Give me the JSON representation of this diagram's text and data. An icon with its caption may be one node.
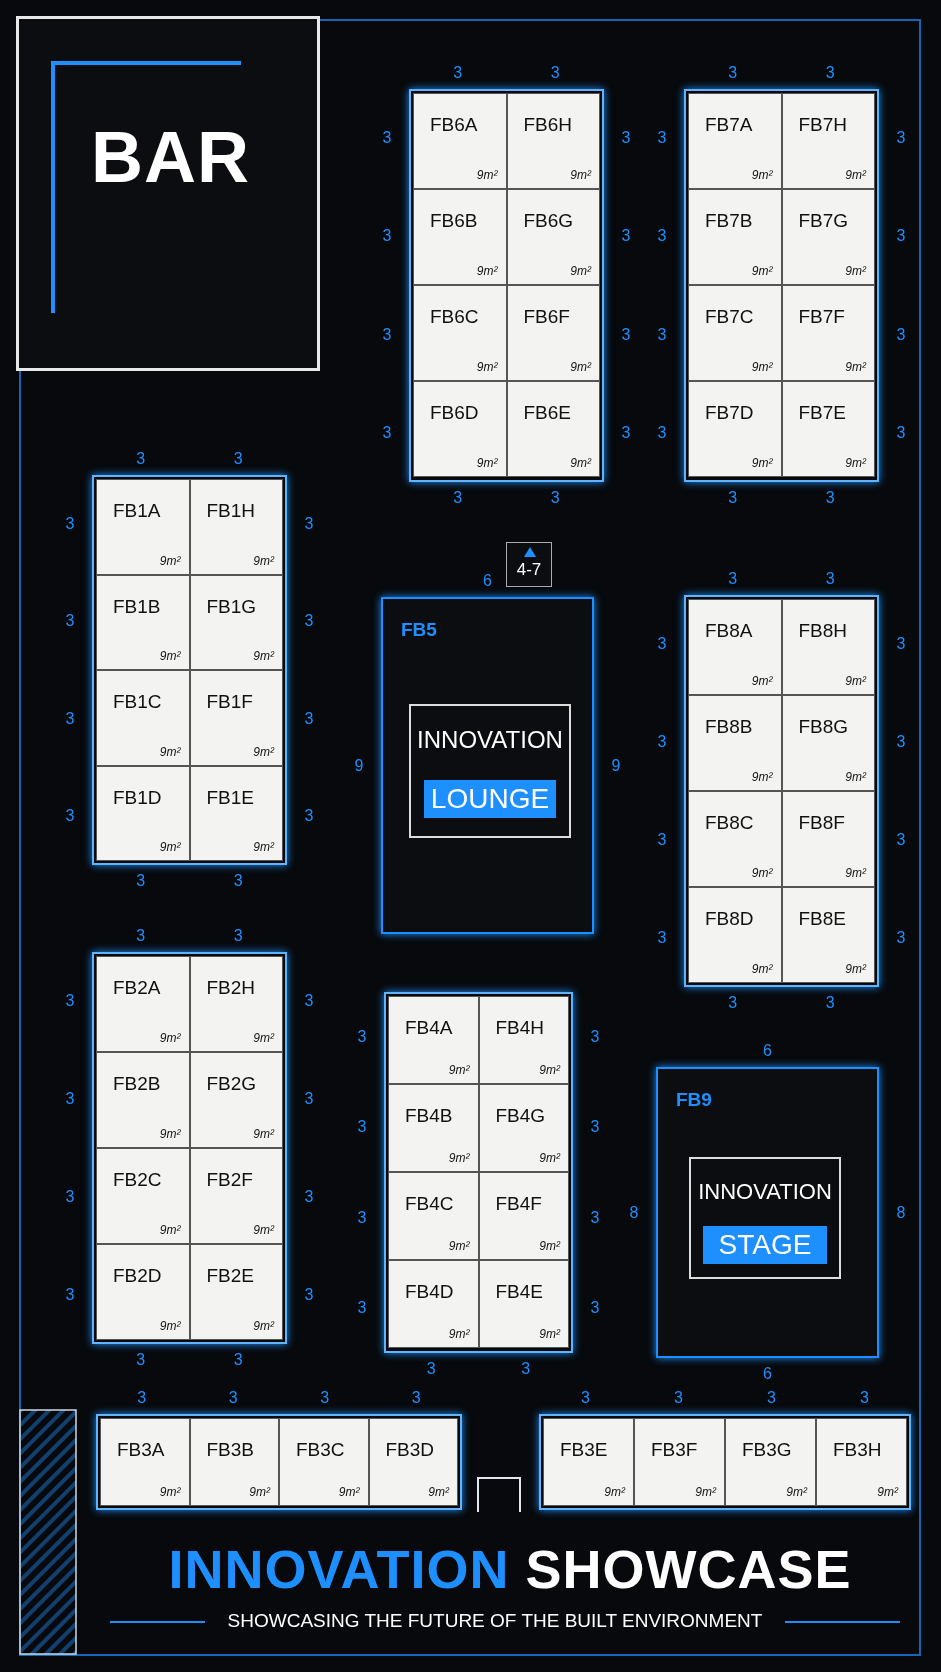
{
  "diagram": {
    "title": "INNOVATION SHOWCASE",
    "caption": "SHOWCASING THE FUTURE OF THE BUILT ENVIRONMENT",
    "nodes": [
      {
        "text": [
          "BAR"
        ]
      },
      {
        "text": [
          "FB6A",
          "9m²"
        ]
      },
      {
        "text": [
          "FB6H",
          "9m²"
        ]
      },
      {
        "text": [
          "FB6B",
          "9m²"
        ]
      },
      {
        "text": [
          "FB6G",
          "9m²"
        ]
      },
      {
        "text": [
          "FB6C",
          "9m²"
        ]
      },
      {
        "text": [
          "FB6F",
          "9m²"
        ]
      },
      {
        "text": [
          "FB6D",
          "9m²"
        ]
      },
      {
        "text": [
          "FB6E",
          "9m²"
        ]
      },
      {
        "text": [
          "FB7A",
          "9m²"
        ]
      },
      {
        "text": [
          "FB7H",
          "9m²"
        ]
      },
      {
        "text": [
          "FB7B",
          "9m²"
        ]
      },
      {
        "text": [
          "FB7G",
          "9m²"
        ]
      },
      {
        "text": [
          "FB7C",
          "9m²"
        ]
      },
      {
        "text": [
          "FB7F",
          "9m²"
        ]
      },
      {
        "text": [
          "FB7D",
          "9m²"
        ]
      },
      {
        "text": [
          "FB7E",
          "9m²"
        ]
      },
      {
        "text": [
          "FB1A",
          "9m²"
        ]
      },
      {
        "text": [
          "FB1H",
          "9m²"
        ]
      },
      {
        "text": [
          "FB1B",
          "9m²"
        ]
      },
      {
        "text": [
          "FB1G",
          "9m²"
        ]
      },
      {
        "text": [
          "FB1C",
          "9m²"
        ]
      },
      {
        "text": [
          "FB1F",
          "9m²"
        ]
      },
      {
        "text": [
          "FB1D",
          "9m²"
        ]
      },
      {
        "text": [
          "FB1E",
          "9m²"
        ]
      },
      {
        "text": [
          "4-7"
        ]
      },
      {
        "text": [
          "FB5"
        ]
      },
      {
        "text": [
          "INNOVATION",
          "LOUNGE"
        ],
        "in": 26
      },
      {
        "text": [
          "FB8A",
          "9m²"
        ]
      },
      {
        "text": [
          "FB8H",
          "9m²"
        ]
      },
      {
        "text": [
          "FB8B",
          "9m²"
        ]
      },
      {
        "text": [
          "FB8G",
          "9m²"
        ]
      },
      {
        "text": [
          "FB8C",
          "9m²"
        ]
      },
      {
        "text": [
          "FB8F",
          "9m²"
        ]
      },
      {
        "text": [
          "FB8D",
          "9m²"
        ]
      },
      {
        "text": [
          "FB8E",
          "9m²"
        ]
      },
      {
        "text": [
          "FB2A",
          "9m²"
        ]
      },
      {
        "text": [
          "FB2H",
          "9m²"
        ]
      },
      {
        "text": [
          "FB2B",
          "9m²"
        ]
      },
      {
        "text": [
          "FB2G",
          "9m²"
        ]
      },
      {
        "text": [
          "FB2C",
          "9m²"
        ]
      },
      {
        "text": [
          "FB2F",
          "9m²"
        ]
      },
      {
        "text": [
          "FB2D",
          "9m²"
        ]
      },
      {
        "text": [
          "FB2E",
          "9m²"
        ]
      },
      {
        "text": [
          "FB4A",
          "9m²"
        ]
      },
      {
        "text": [
          "FB4H",
          "9m²"
        ]
      },
      {
        "text": [
          "FB4B",
          "9m²"
        ]
      },
      {
        "text": [
          "FB4G",
          "9m²"
        ]
      },
      {
        "text": [
          "FB4C",
          "9m²"
        ]
      },
      {
        "text": [
          "FB4F",
          "9m²"
        ]
      },
      {
        "text": [
          "FB4D",
          "9m²"
        ]
      },
      {
        "text": [
          "FB4E",
          "9m²"
        ]
      },
      {
        "text": [
          "FB9"
        ]
      },
      {
        "text": [
          "INNOVATION",
          "STAGE"
        ],
        "in": 52
      },
      {
        "text": [
          "FB3A",
          "9m²"
        ]
      },
      {
        "text": [
          "FB3B",
          "9m²"
        ]
      },
      {
        "text": [
          "FB3C",
          "9m²"
        ]
      },
      {
        "text": [
          "FB3D",
          "9m²"
        ]
      },
      {
        "text": [
          "FB3E",
          "9m²"
        ]
      },
      {
        "text": [
          "FB3F",
          "9m²"
        ]
      },
      {
        "text": [
          "FB3G",
          "9m²"
        ]
      },
      {
        "text": [
          "FB3H",
          "9m²"
        ]
      }
    ],
    "labels": [
      "3",
      "3",
      "3",
      "3",
      "3",
      "3",
      "3",
      "3",
      "3",
      "3",
      "3",
      "3",
      "3",
      "3",
      "3",
      "3",
      "3",
      "3",
      "3",
      "3",
      "3",
      "3",
      "3",
      "3",
      "3",
      "3",
      "3",
      "3",
      "3",
      "3",
      "3",
      "3",
      "3",
      "3",
      "3",
      "3",
      "6",
      "9",
      "9",
      "3",
      "3",
      "3",
      "3",
      "3",
      "3",
      "3",
      "3",
      "3",
      "3",
      "3",
      "3",
      "3",
      "3",
      "3",
      "3",
      "3",
      "3",
      "3",
      "3",
      "3",
      "3",
      "3",
      "3",
      "3",
      "3",
      "3",
      "3",
      "3",
      "3",
      "3",
      "3",
      "3",
      "3",
      "6",
      "8",
      "8",
      "6",
      "3",
      "3",
      "3",
      "3",
      "3",
      "3",
      "3",
      "3"
    ]
  }
}
